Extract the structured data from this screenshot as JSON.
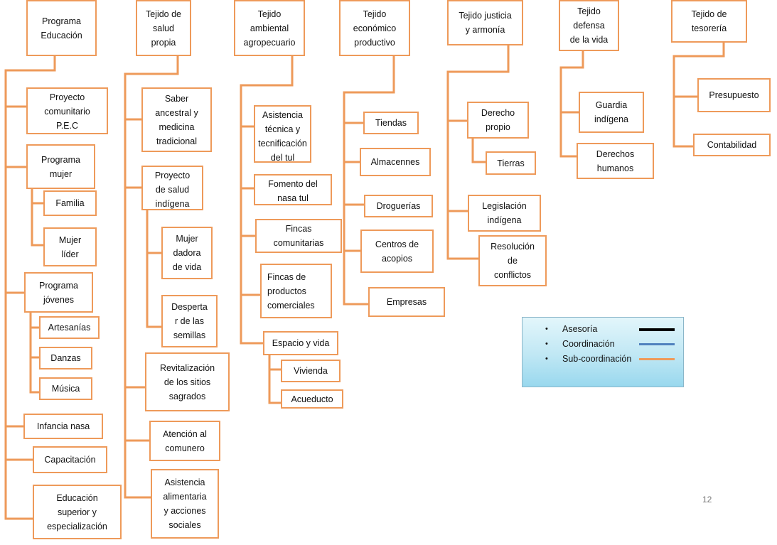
{
  "boxes": [
    {
      "id": "prog-educacion",
      "text": "Programa\nEducación"
    },
    {
      "id": "tejido-salud",
      "text": "Tejido de\nsalud\npropia"
    },
    {
      "id": "tejido-ambiental",
      "text": "Tejido\nambiental\nagropecuario"
    },
    {
      "id": "tejido-economico",
      "text": "Tejido\neconómico\nproductivo"
    },
    {
      "id": "tejido-justicia",
      "text": "Tejido justicia\ny armonía"
    },
    {
      "id": "tejido-defensa",
      "text": "Tejido\ndefensa\nde la vida"
    },
    {
      "id": "tejido-tesoreria",
      "text": "Tejido de\ntesorería"
    },
    {
      "id": "proyecto-pec",
      "text": "Proyecto\ncomunitario\nP.E.C"
    },
    {
      "id": "programa-mujer",
      "text": "Programa\nmujer"
    },
    {
      "id": "familia",
      "text": "Familia"
    },
    {
      "id": "mujer-lider",
      "text": "Mujer\nlíder"
    },
    {
      "id": "programa-jovenes",
      "text": "Programa\njóvenes"
    },
    {
      "id": "artesanias",
      "text": "Artesanías"
    },
    {
      "id": "danzas",
      "text": "Danzas"
    },
    {
      "id": "musica",
      "text": "Música"
    },
    {
      "id": "infancia-nasa",
      "text": "Infancia nasa"
    },
    {
      "id": "capacitacion",
      "text": "Capacitación"
    },
    {
      "id": "educacion-superior",
      "text": "Educación\nsuperior  y\nespecialización"
    },
    {
      "id": "saber-ancestral",
      "text": "Saber\nancestral y\nmedicina\ntradicional"
    },
    {
      "id": "proyecto-salud",
      "text": "Proyecto\nde salud\nindígena"
    },
    {
      "id": "mujer-dadora",
      "text": "Mujer\ndadora\nde vida"
    },
    {
      "id": "despertar-semillas",
      "text": "Desperta\nr de las\nsemillas"
    },
    {
      "id": "revitalizacion",
      "text": "Revitalización\nde los sitios\nsagrados"
    },
    {
      "id": "atencion-comunero",
      "text": "Atención al\ncomunero"
    },
    {
      "id": "asistencia-alimentaria",
      "text": "Asistencia\nalimentaria\ny acciones\nsociales"
    },
    {
      "id": "asistencia-tecnica",
      "text": "Asistencia\ntécnica y\ntecnificación\ndel tul"
    },
    {
      "id": "fomento-nasa-tul",
      "text": "Fomento del\nnasa tul"
    },
    {
      "id": "fincas-comunitarias",
      "text": "Fincas\ncomunitarias"
    },
    {
      "id": "fincas-productos",
      "text": "Fincas de\nproductos\ncomerciales"
    },
    {
      "id": "espacio-vida",
      "text": "Espacio y vida"
    },
    {
      "id": "vivienda",
      "text": "Vivienda"
    },
    {
      "id": "acueducto",
      "text": "Acueducto"
    },
    {
      "id": "tiendas",
      "text": "Tiendas"
    },
    {
      "id": "almacenes",
      "text": "Almacennes"
    },
    {
      "id": "droguerias",
      "text": "Droguerías"
    },
    {
      "id": "centros-acopios",
      "text": "Centros de\nacopios"
    },
    {
      "id": "empresas",
      "text": "Empresas"
    },
    {
      "id": "derecho-propio",
      "text": "Derecho\npropio"
    },
    {
      "id": "tierras",
      "text": "Tierras"
    },
    {
      "id": "legislacion-indigena",
      "text": "Legislación\nindígena"
    },
    {
      "id": "resolucion-conflictos",
      "text": "Resolución\nde\nconflictos"
    },
    {
      "id": "guardia-indigena",
      "text": "Guardia\nindígena"
    },
    {
      "id": "derechos-humanos",
      "text": "Derechos\nhumanos"
    },
    {
      "id": "presupuesto",
      "text": "Presupuesto"
    },
    {
      "id": "contabilidad",
      "text": "Contabilidad"
    }
  ],
  "legend": [
    {
      "label": "Asesoría",
      "color": "#000000"
    },
    {
      "label": "Coordinación",
      "color": "#4f81bd"
    },
    {
      "label": "Sub-coordinación",
      "color": "#ee9a5a"
    }
  ],
  "page_number": "12",
  "colors": {
    "connector": "#ee9a5a",
    "box_border": "#ee9a5a"
  }
}
